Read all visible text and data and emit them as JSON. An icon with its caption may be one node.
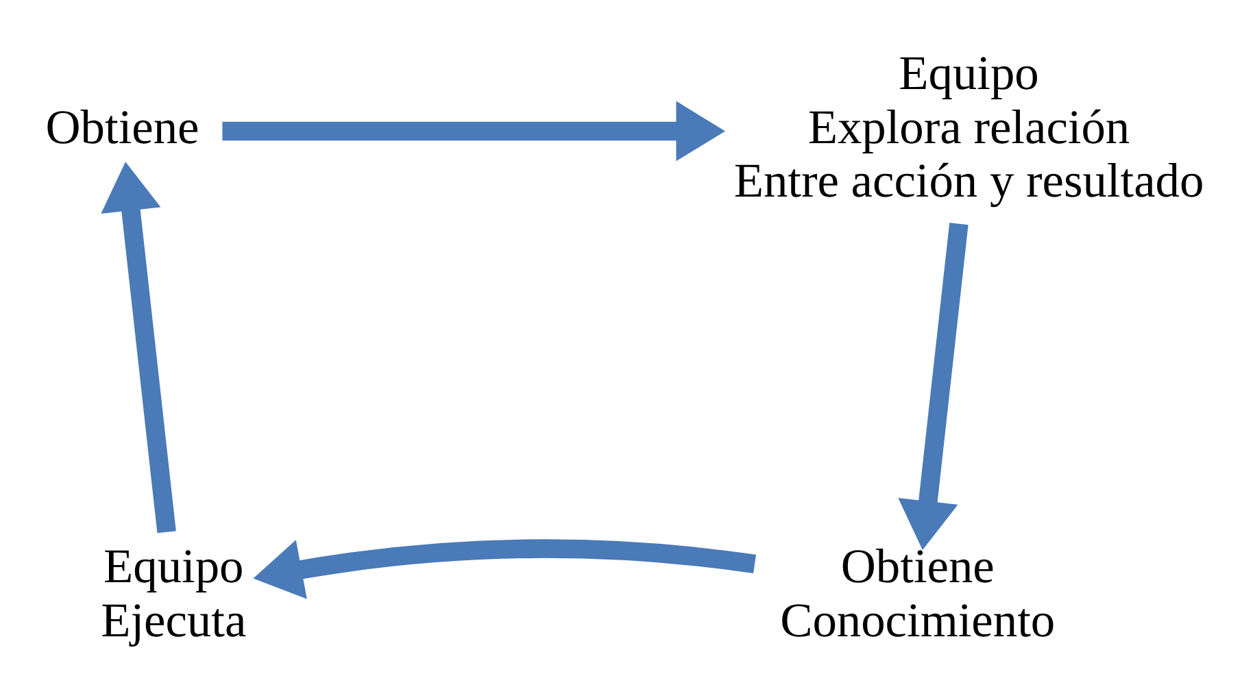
{
  "diagram": {
    "nodes": [
      {
        "text": [
          "Obtiene"
        ]
      },
      {
        "text": [
          "Equipo",
          "Explora relación",
          "Entre acción y resultado"
        ]
      },
      {
        "text": [
          "Obtiene",
          "Conocimiento"
        ]
      },
      {
        "text": [
          "Equipo",
          "Ejecuta"
        ]
      }
    ],
    "edges": [
      {
        "from": 0,
        "to": 1,
        "arrow": "to"
      },
      {
        "from": 1,
        "to": 2,
        "arrow": "to"
      },
      {
        "from": 2,
        "to": 3,
        "arrow": "to"
      },
      {
        "from": 3,
        "to": 0,
        "arrow": "to"
      }
    ]
  }
}
